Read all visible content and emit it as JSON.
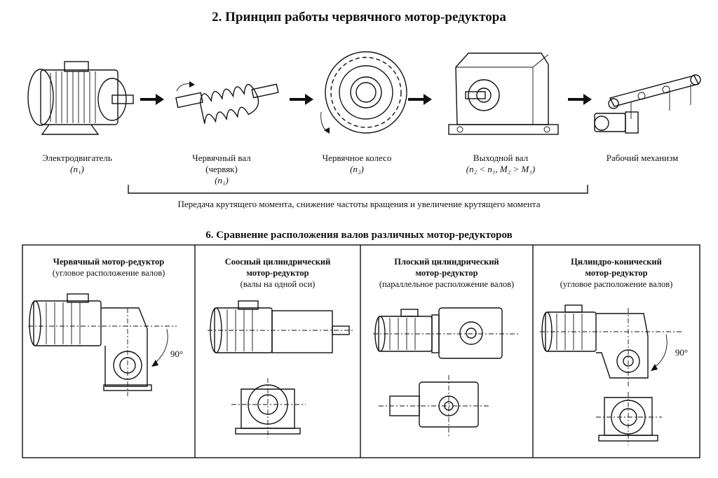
{
  "section1": {
    "title": "2. Принцип работы червячного мотор-редуктора",
    "stages": [
      {
        "name": "Электродвигатель",
        "sub": "(n₁)"
      },
      {
        "name": "Червячный вал",
        "sub": "(червяк)",
        "sub2": "(n₁)"
      },
      {
        "name": "Червячное колесо",
        "sub": "(n₂)"
      },
      {
        "name": "Выходной вал",
        "sub": "(n₂ < n₁, M₂ > M₁)"
      },
      {
        "name": "Рабочий механизм"
      }
    ],
    "brace_caption": "Передача крутящего момента, снижение частоты вращения и увеличение крутящего момента"
  },
  "section2": {
    "title": "6. Сравнение расположения валов различных мотор-редукторов",
    "panels": [
      {
        "line1": "Червячный мотор-редуктор",
        "line2": "(угловое расположение валов)",
        "angle": "90°"
      },
      {
        "line1": "Соосный цилиндрический",
        "line2": "мотор-редуктор",
        "line3": "(валы на одной оси)"
      },
      {
        "line1": "Плоский цилиндрический",
        "line2": "мотор-редуктор",
        "line3": "(параллельное расположение валов)"
      },
      {
        "line1": "Цилиндро-конический",
        "line2": "мотор-редуктор",
        "line3": "(угловое расположение валов)",
        "angle": "90°"
      }
    ]
  },
  "icons": [
    "motor-icon",
    "worm-shaft-icon",
    "worm-wheel-icon",
    "gearbox-icon",
    "conveyor-icon",
    "arrow-right-icon"
  ]
}
